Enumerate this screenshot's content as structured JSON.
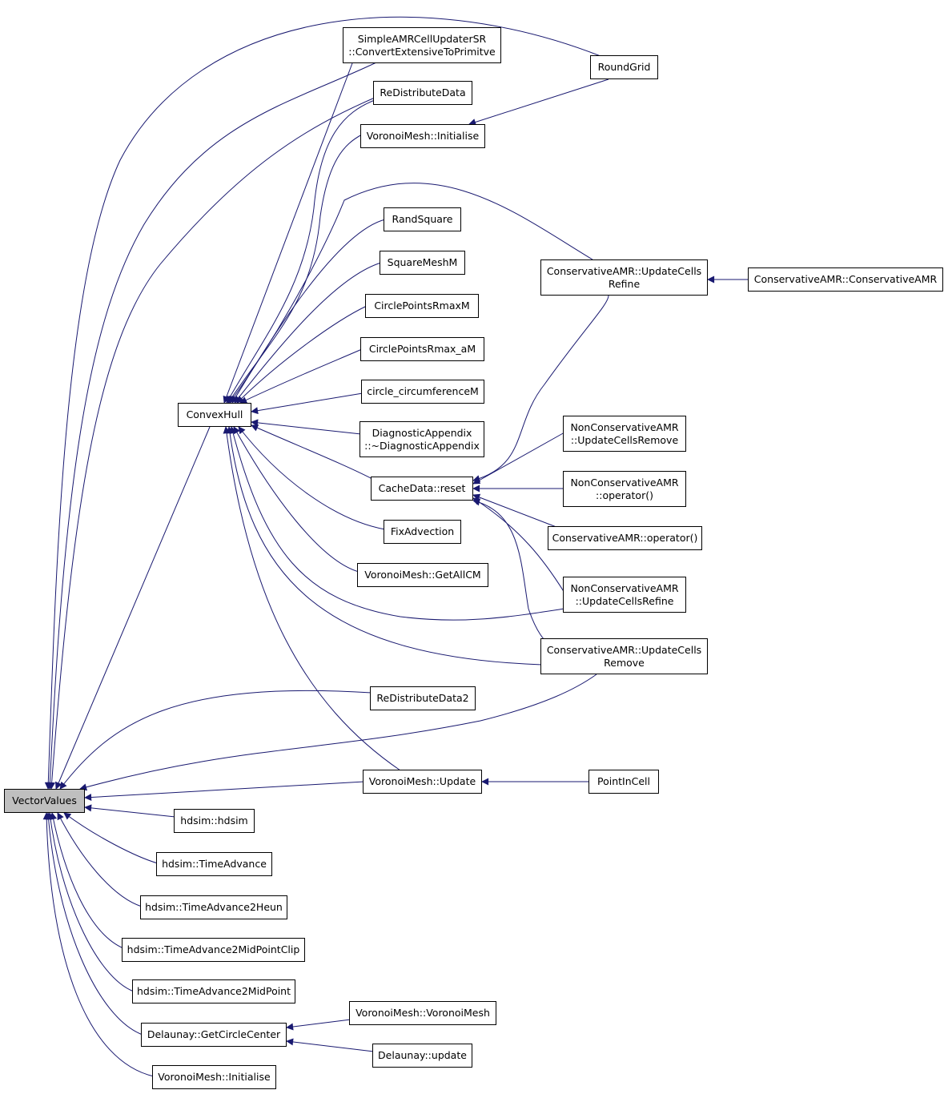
{
  "colors": {
    "edge": "#191970",
    "root_fill": "#bfbfbf",
    "node_fill": "#ffffff",
    "border": "#000000"
  },
  "nodes": {
    "vv": [
      "VectorValues"
    ],
    "ch": [
      "ConvexHull"
    ],
    "simple": [
      "SimpleAMRCellUpdaterSR",
      "::ConvertExtensiveToPrimitve"
    ],
    "rg": [
      "RoundGrid"
    ],
    "rdd": [
      "ReDistributeData"
    ],
    "vmi1": [
      "VoronoiMesh::Initialise"
    ],
    "rs": [
      "RandSquare"
    ],
    "sm": [
      "SquareMeshM"
    ],
    "cprm": [
      "CirclePointsRmaxM"
    ],
    "cpra": [
      "CirclePointsRmax_aM"
    ],
    "cc": [
      "circle_circumferenceM"
    ],
    "da": [
      "DiagnosticAppendix",
      "::~DiagnosticAppendix"
    ],
    "cd": [
      "CacheData::reset"
    ],
    "fa": [
      "FixAdvection"
    ],
    "vmg": [
      "VoronoiMesh::GetAllCM"
    ],
    "rdd2": [
      "ReDistributeData2"
    ],
    "vmu": [
      "VoronoiMesh::Update"
    ],
    "pic": [
      "PointInCell"
    ],
    "caucr": [
      "ConservativeAMR::UpdateCells",
      "Refine"
    ],
    "cacamr": [
      "ConservativeAMR::ConservativeAMR"
    ],
    "ncaucrm": [
      "NonConservativeAMR",
      "::UpdateCellsRemove"
    ],
    "ncaop": [
      "NonConservativeAMR",
      "::operator()"
    ],
    "caop": [
      "ConservativeAMR::operator()"
    ],
    "ncaucr": [
      "NonConservativeAMR",
      "::UpdateCellsRefine"
    ],
    "caucrm": [
      "ConservativeAMR::UpdateCells",
      "Remove"
    ],
    "hd": [
      "hdsim::hdsim"
    ],
    "hta": [
      "hdsim::TimeAdvance"
    ],
    "hta2h": [
      "hdsim::TimeAdvance2Heun"
    ],
    "htmpc": [
      "hdsim::TimeAdvance2MidPointClip"
    ],
    "htmp": [
      "hdsim::TimeAdvance2MidPoint"
    ],
    "dgc": [
      "Delaunay::GetCircleCenter"
    ],
    "vmvm": [
      "VoronoiMesh::VoronoiMesh"
    ],
    "du": [
      "Delaunay::update"
    ],
    "vmi2": [
      "VoronoiMesh::Initialise"
    ]
  }
}
